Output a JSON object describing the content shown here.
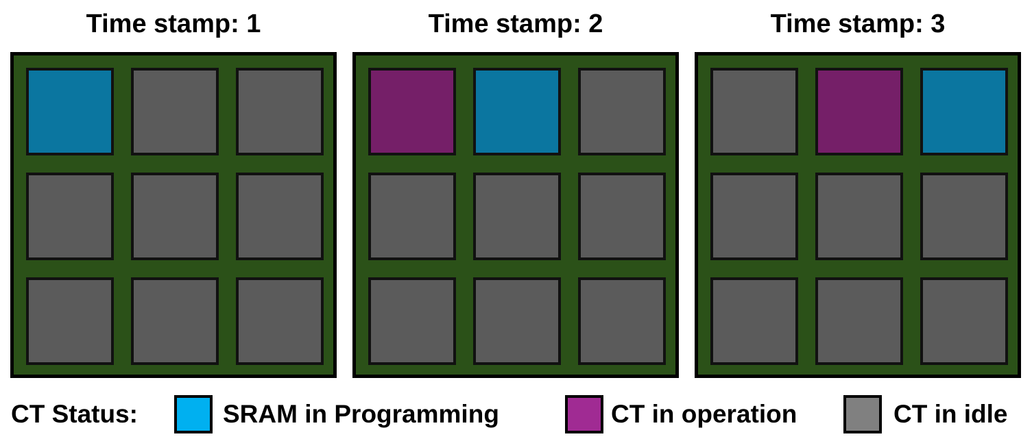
{
  "colors": {
    "background": "#ffffff",
    "board": "#2b5118",
    "programming": "#0b76a0",
    "operation": "#751f68",
    "idle": "#5b5b5b",
    "legend_programming": "#00b0f0",
    "legend_operation": "#a02b93",
    "legend_idle": "#808080"
  },
  "panels": [
    {
      "title": "Time stamp: 1",
      "cells": [
        [
          "programming",
          "idle",
          "idle"
        ],
        [
          "idle",
          "idle",
          "idle"
        ],
        [
          "idle",
          "idle",
          "idle"
        ]
      ]
    },
    {
      "title": "Time stamp: 2",
      "cells": [
        [
          "operation",
          "programming",
          "idle"
        ],
        [
          "idle",
          "idle",
          "idle"
        ],
        [
          "idle",
          "idle",
          "idle"
        ]
      ]
    },
    {
      "title": "Time stamp: 3",
      "cells": [
        [
          "idle",
          "operation",
          "programming"
        ],
        [
          "idle",
          "idle",
          "idle"
        ],
        [
          "idle",
          "idle",
          "idle"
        ]
      ]
    }
  ],
  "legend": {
    "title": "CT Status:",
    "items": [
      {
        "state": "programming",
        "label": "SRAM in Programming"
      },
      {
        "state": "operation",
        "label": "CT in operation"
      },
      {
        "state": "idle",
        "label": "CT in idle"
      }
    ]
  }
}
